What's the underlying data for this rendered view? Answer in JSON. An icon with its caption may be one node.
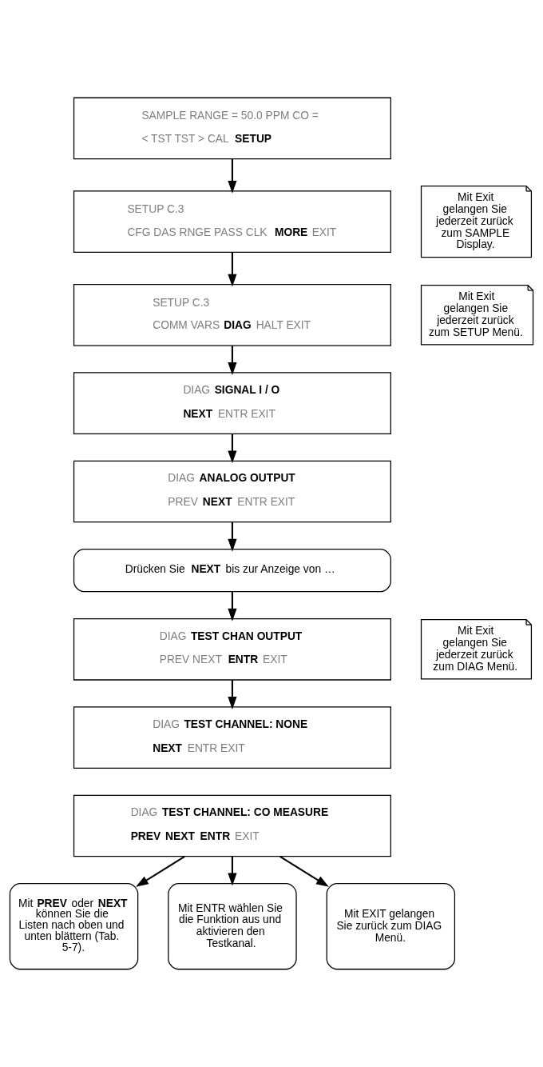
{
  "diagram": {
    "nodes": [
      {
        "text": [
          "SAMPLE RANGE = 50.0 PPM CO =",
          "< TST TST > CAL **SETUP**"
        ]
      },
      {
        "text": [
          "SETUP C.3",
          "CFG DAS RNGE PASS CLK **MORE** EXIT"
        ]
      },
      {
        "text": [
          "SETUP C.3",
          "COMM VARS **DIAG** HALT EXIT"
        ]
      },
      {
        "text": [
          "DIAG **SIGNAL I / O**",
          "**NEXT** ENTR EXIT"
        ]
      },
      {
        "text": [
          "DIAG **ANALOG OUTPUT**",
          "PREV **NEXT** ENTR EXIT"
        ]
      },
      {
        "text": [
          "Drücken Sie **NEXT** bis zur Anzeige von …"
        ]
      },
      {
        "text": [
          "DIAG **TEST CHAN OUTPUT**",
          "PREV NEXT **ENTR** EXIT"
        ]
      },
      {
        "text": [
          "DIAG **TEST CHANNEL: NONE**",
          "**NEXT** ENTR EXIT"
        ]
      },
      {
        "text": [
          "DIAG **TEST CHANNEL: CO MEASURE**",
          "**PREV** **NEXT** **ENTR** EXIT"
        ]
      },
      {
        "text": [
          "Mit **PREV** oder **NEXT** können Sie die Listen nach oben und unten blättern (Tab. 5-7)."
        ]
      },
      {
        "text": [
          "Mit ENTR wählen Sie die Funktion aus und aktivieren den Testkanal."
        ]
      },
      {
        "text": [
          "Mit EXIT gelangen Sie zurück zum DIAG Menü."
        ]
      },
      {
        "text": [
          "Mit Exit gelangen Sie jederzeit zurück zum SAMPLE Display."
        ]
      },
      {
        "text": [
          "Mit Exit gelangen Sie jederzeit zurück zum SETUP Menü."
        ]
      },
      {
        "text": [
          "Mit Exit gelangen Sie jederzeit zurück zum DIAG Menü."
        ]
      }
    ],
    "edges": [
      {
        "from": 0,
        "to": 1,
        "arrow": "to"
      },
      {
        "from": 1,
        "to": 2,
        "arrow": "to"
      },
      {
        "from": 2,
        "to": 3,
        "arrow": "to"
      },
      {
        "from": 3,
        "to": 4,
        "arrow": "to"
      },
      {
        "from": 4,
        "to": 5,
        "arrow": "to"
      },
      {
        "from": 5,
        "to": 6,
        "arrow": "to"
      },
      {
        "from": 6,
        "to": 7,
        "arrow": "to"
      },
      {
        "from": 8,
        "to": 9,
        "arrow": "to"
      },
      {
        "from": 8,
        "to": 10,
        "arrow": "to"
      },
      {
        "from": 8,
        "to": 11,
        "arrow": "to"
      }
    ]
  }
}
